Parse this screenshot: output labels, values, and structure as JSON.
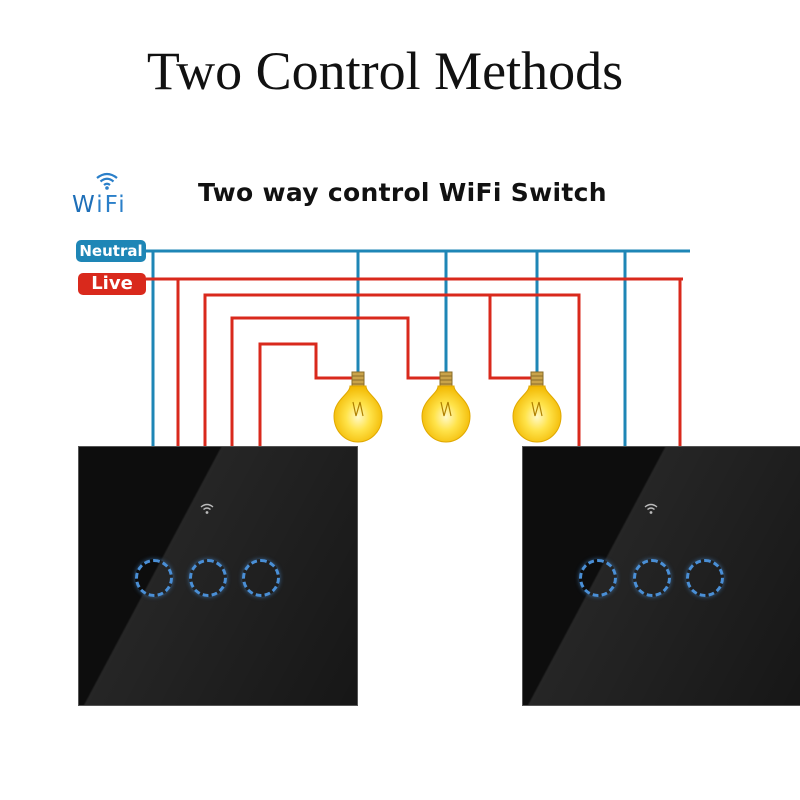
{
  "title": "Two Control Methods",
  "subtitle": "Two way control WiFi Switch",
  "wifi_logo": {
    "text_first": "W",
    "text_rest": "iFi",
    "icon": "wifi-icon"
  },
  "tags": {
    "neutral": "Neutral",
    "live": "Live"
  },
  "colors": {
    "neutral": "#1e86b6",
    "live": "#d9291c",
    "panel": "#0d0d0d",
    "button_ring": "#4a8fd6",
    "bulb": "#f5c400"
  },
  "switches": [
    {
      "name": "left-switch",
      "gangs": 3
    },
    {
      "name": "right-switch",
      "gangs": 3
    }
  ],
  "bulbs": 3
}
